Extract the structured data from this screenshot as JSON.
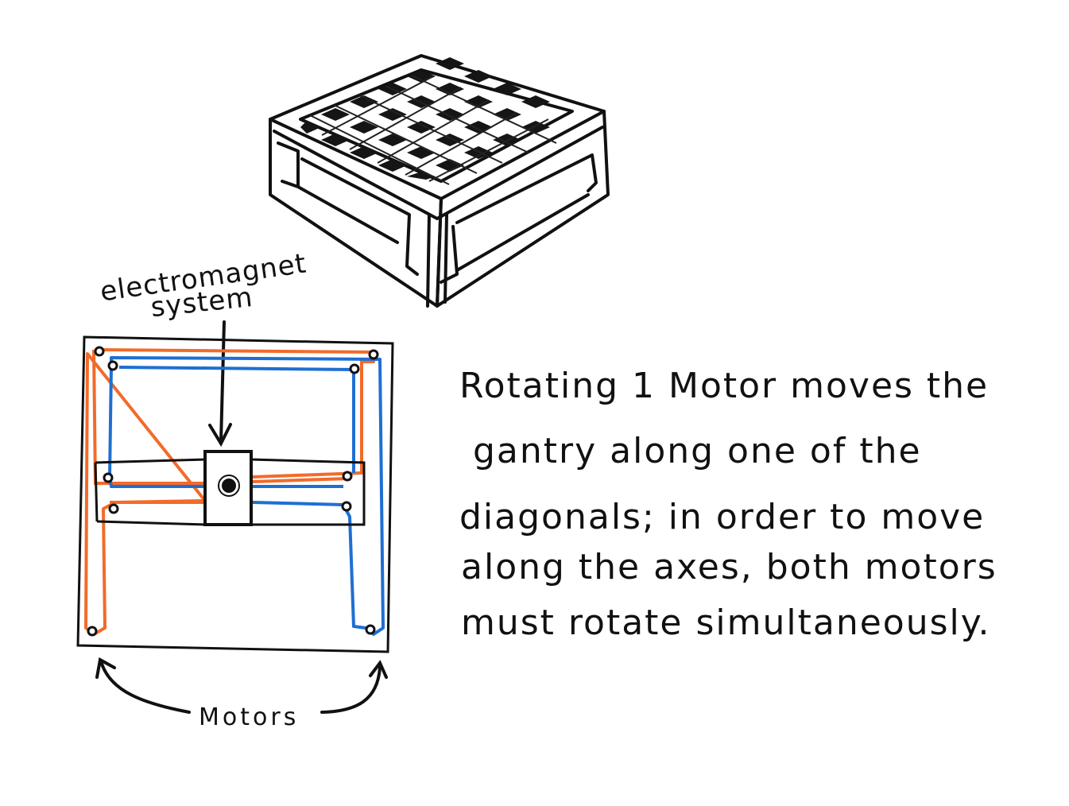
{
  "labels": {
    "electromagnet_line1": "electromagnet",
    "electromagnet_line2": "system",
    "motors": "Motors"
  },
  "description": {
    "lines": [
      "Rotating 1 Motor moves the",
      "gantry along one of the",
      "diagonals; in order to move",
      "along the axes, both motors",
      "must rotate simultaneously."
    ]
  },
  "colors": {
    "ink": "#111111",
    "belt_orange": "#f26b2a",
    "belt_blue": "#1f6fd1",
    "paper": "#ffffff"
  }
}
